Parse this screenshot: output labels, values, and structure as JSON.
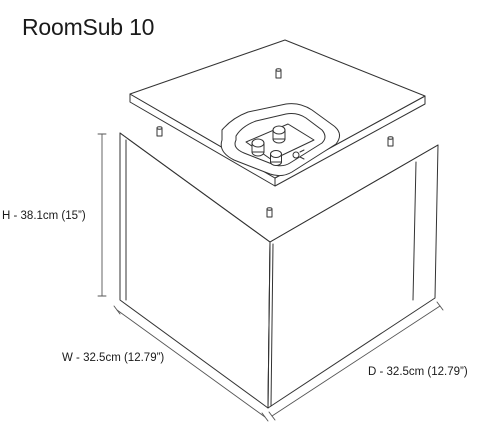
{
  "title": "RoomSub 10",
  "dimensions": {
    "height": "H - 38.1cm (15”)",
    "width": "W - 32.5cm (12.79”)",
    "depth": "D - 32.5cm (12.79”)"
  },
  "colors": {
    "line": "#333333",
    "dim_line": "#555555",
    "panel_fill": "#ffffff"
  }
}
